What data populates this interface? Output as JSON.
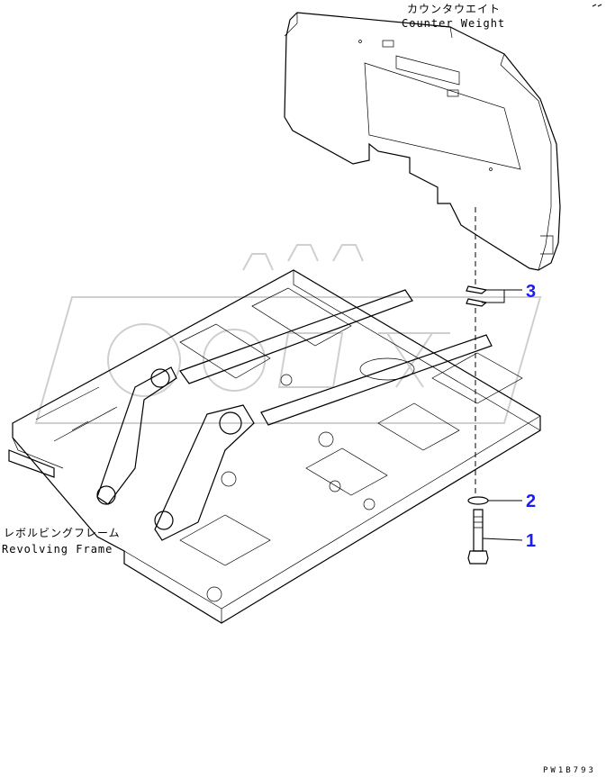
{
  "labels": {
    "counter_weight_jp": "カウンタウエイト",
    "counter_weight_en": "Counter Weight",
    "revolving_frame_jp": "レボルビングフレーム",
    "revolving_frame_en": "Revolving Frame"
  },
  "callouts": {
    "item_1": "1",
    "item_2": "2",
    "item_3": "3"
  },
  "drawing_code": "PW1B793",
  "colors": {
    "callout": "#1a1aff",
    "line": "#000000",
    "watermark": "#cfcfcf"
  }
}
